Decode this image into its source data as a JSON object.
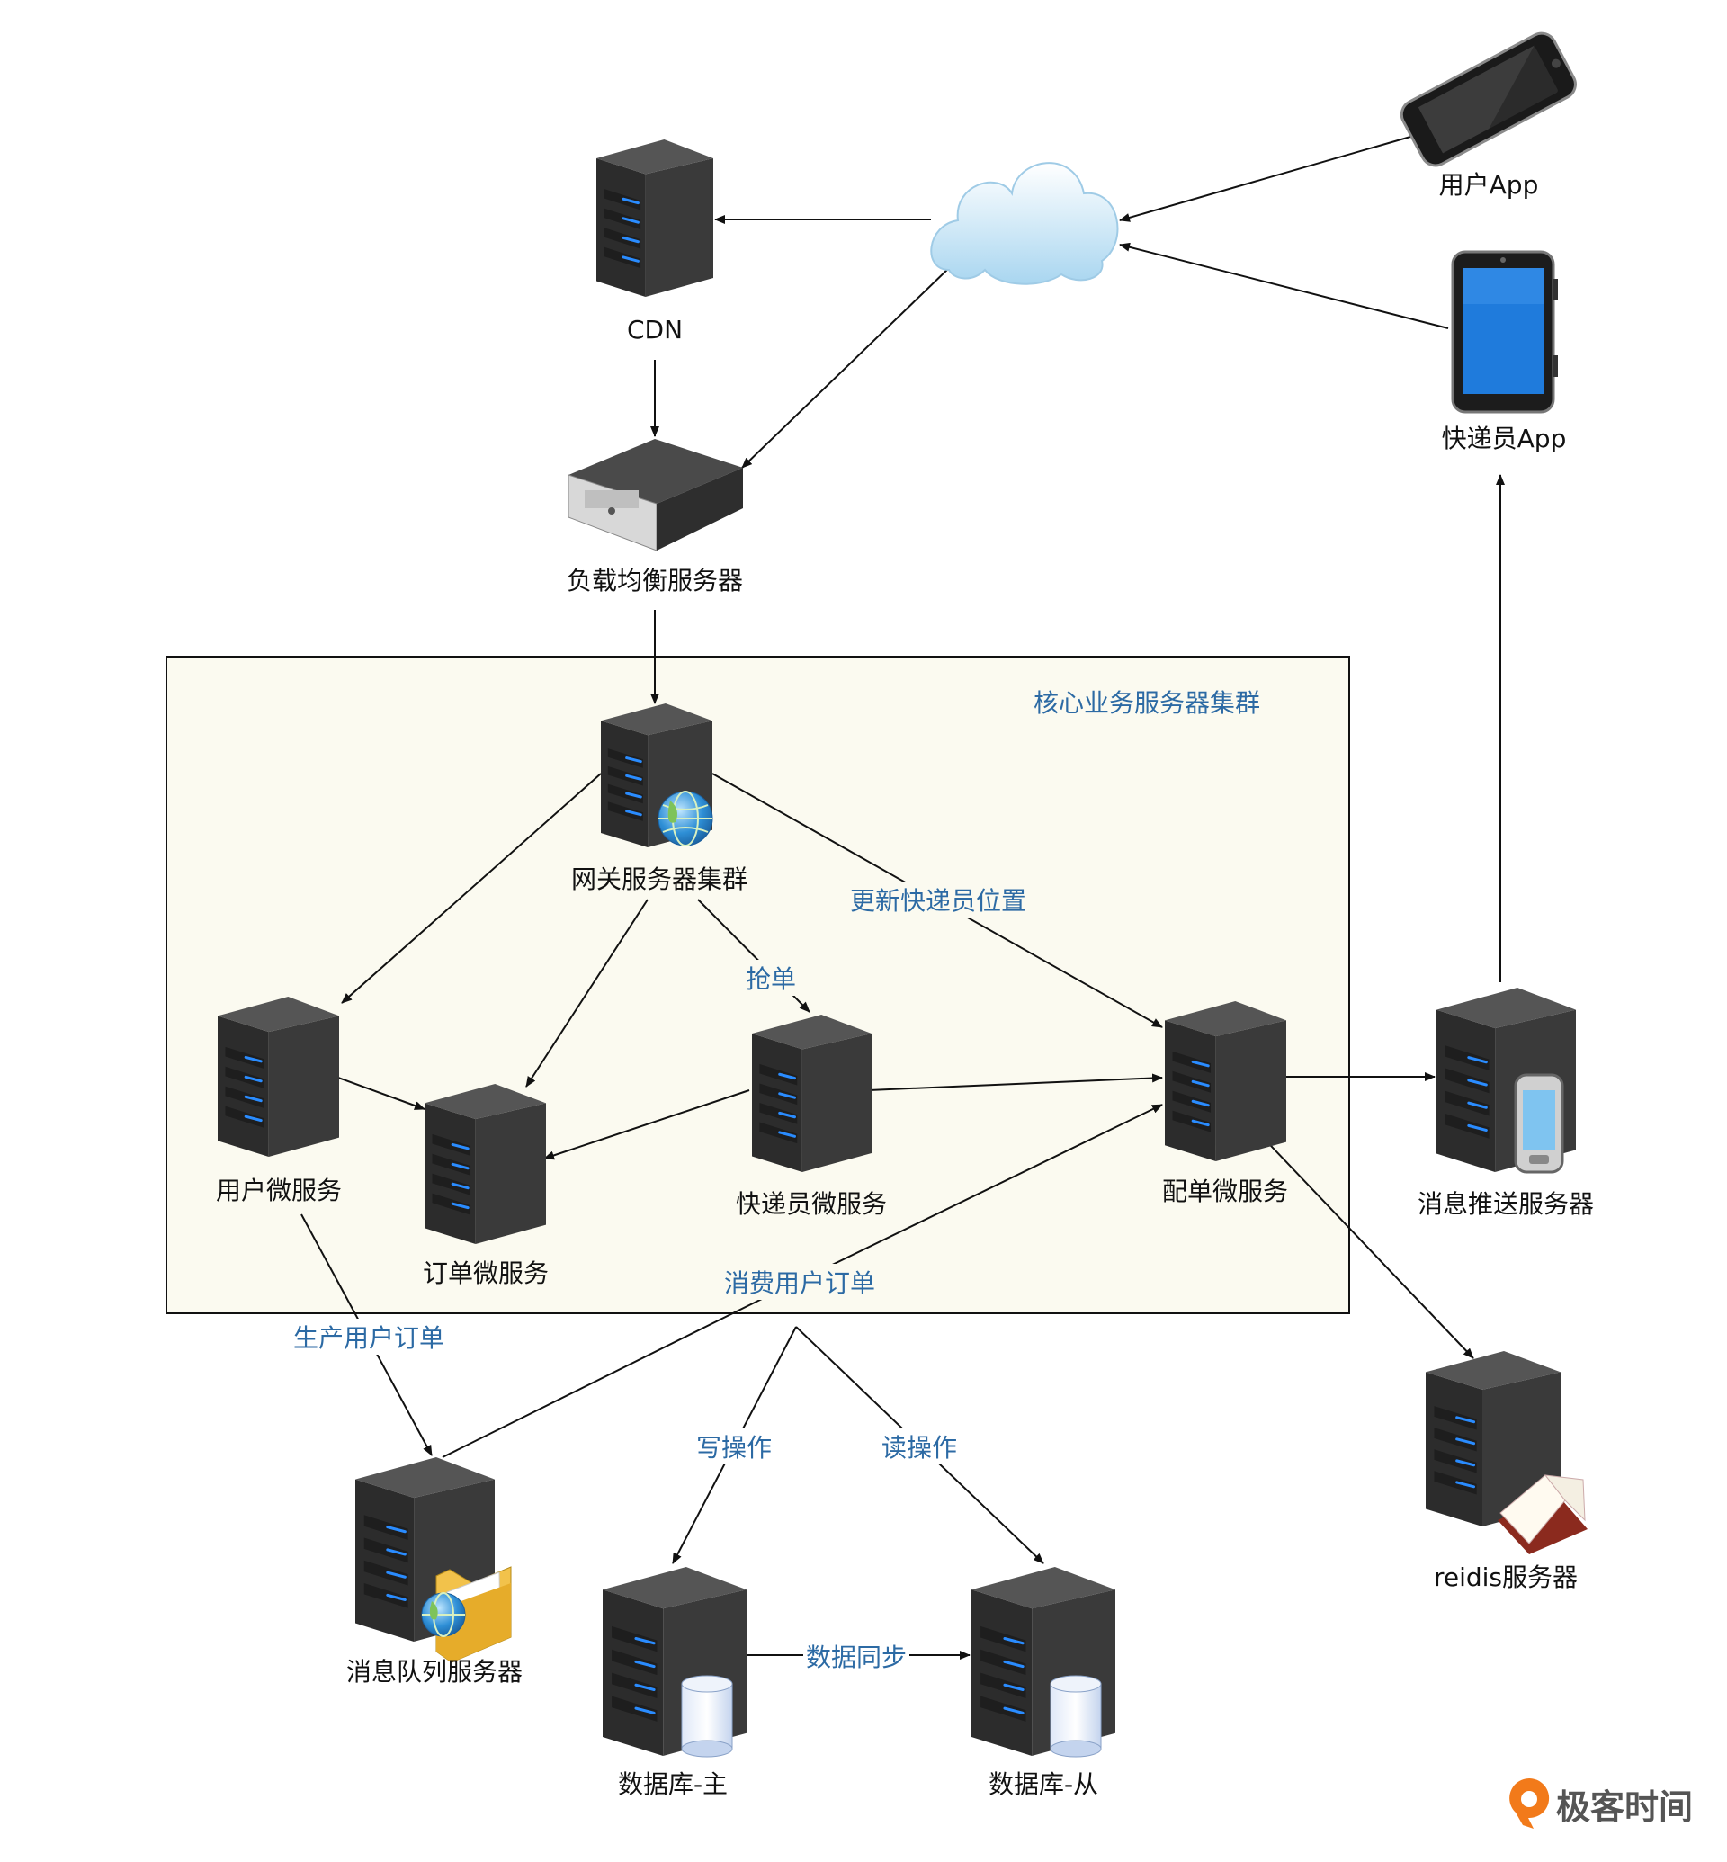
{
  "cluster": {
    "label": "核心业务服务器集群"
  },
  "nodes": {
    "user_app": "用户App",
    "courier_app": "快递员App",
    "cdn": "CDN",
    "load_balancer": "负载均衡服务器",
    "gateway": "网关服务器集群",
    "user_service": "用户微服务",
    "order_service": "订单微服务",
    "courier_service": "快递员微服务",
    "dispatch_service": "配单微服务",
    "push_server": "消息推送服务器",
    "redis_server": "reidis服务器",
    "mq_server": "消息队列服务器",
    "db_master": "数据库-主",
    "db_slave": "数据库-从"
  },
  "edge_labels": {
    "update_position": "更新快递员位置",
    "grab_order": "抢单",
    "consume_order": "消费用户订单",
    "produce_order": "生产用户订单",
    "write_op": "写操作",
    "read_op": "读操作",
    "data_sync": "数据同步"
  },
  "watermark": {
    "text": "极客时间"
  },
  "colors": {
    "cluster_bg": "#fbfaf0",
    "server_body": "#3a3a3a",
    "server_led": "#2a8cff",
    "edge_label": "#2c6aa4",
    "brand_orange": "#f27a1a",
    "cloud": "#cfe8f7"
  }
}
